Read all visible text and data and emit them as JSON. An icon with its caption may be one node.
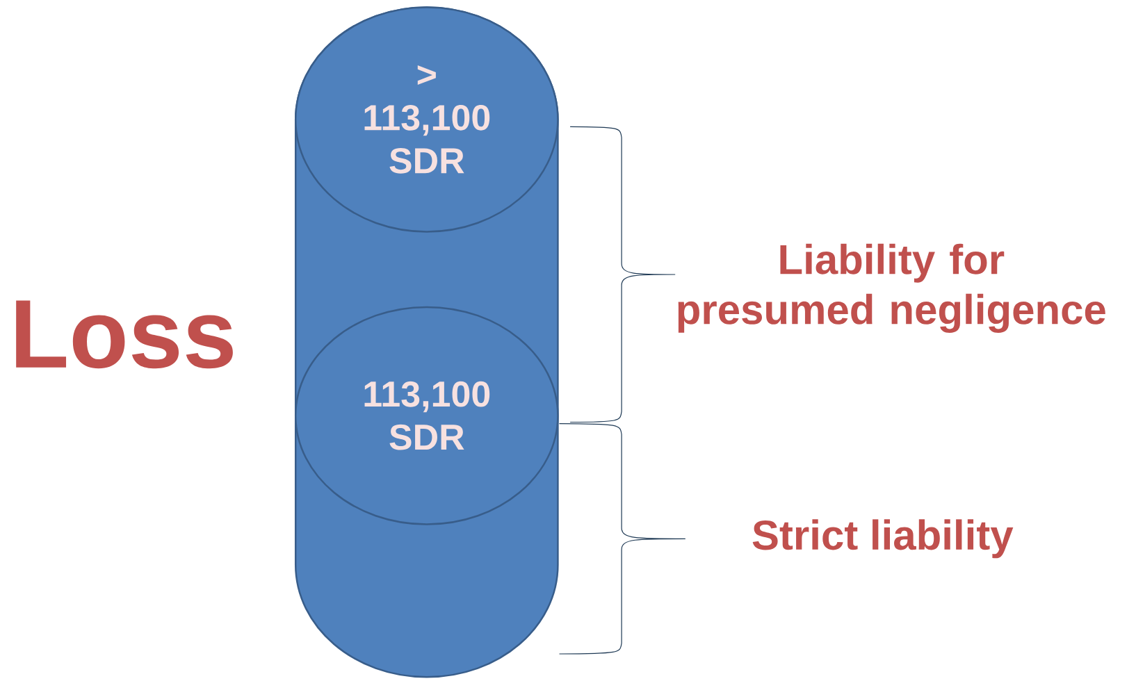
{
  "diagram": {
    "nodes": [
      {
        "text": [],
        "shape": "cylinder"
      },
      {
        "text": [
          "> 113,100 SDR"
        ],
        "in": 0
      },
      {
        "text": [
          "113,100 SDR"
        ],
        "in": 0
      }
    ],
    "labels": [
      "Loss",
      "Liability for presumed negligence",
      "Strict liability"
    ]
  }
}
